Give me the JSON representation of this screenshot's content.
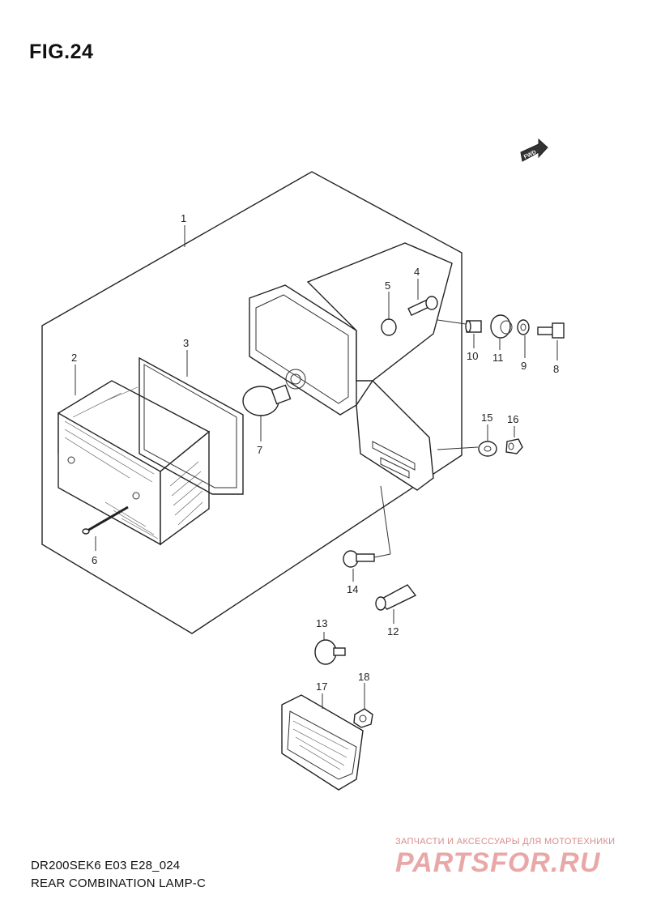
{
  "figure": {
    "title": "FIG.24",
    "fwd_label": "FWD"
  },
  "callouts": [
    {
      "num": "1"
    },
    {
      "num": "2"
    },
    {
      "num": "3"
    },
    {
      "num": "4"
    },
    {
      "num": "5"
    },
    {
      "num": "6"
    },
    {
      "num": "7"
    },
    {
      "num": "8"
    },
    {
      "num": "9"
    },
    {
      "num": "10"
    },
    {
      "num": "11"
    },
    {
      "num": "12"
    },
    {
      "num": "13"
    },
    {
      "num": "14"
    },
    {
      "num": "15"
    },
    {
      "num": "16"
    },
    {
      "num": "17"
    },
    {
      "num": "18"
    }
  ],
  "footer": {
    "code": "DR200SEK6 E03 E28_024",
    "name": "REAR COMBINATION LAMP-C"
  },
  "watermark": {
    "tagline": "ЗАПЧАСТИ И АКСЕССУАРЫ ДЛЯ МОТОТЕХНИКИ",
    "brand": "PARTSFOR.RU"
  }
}
